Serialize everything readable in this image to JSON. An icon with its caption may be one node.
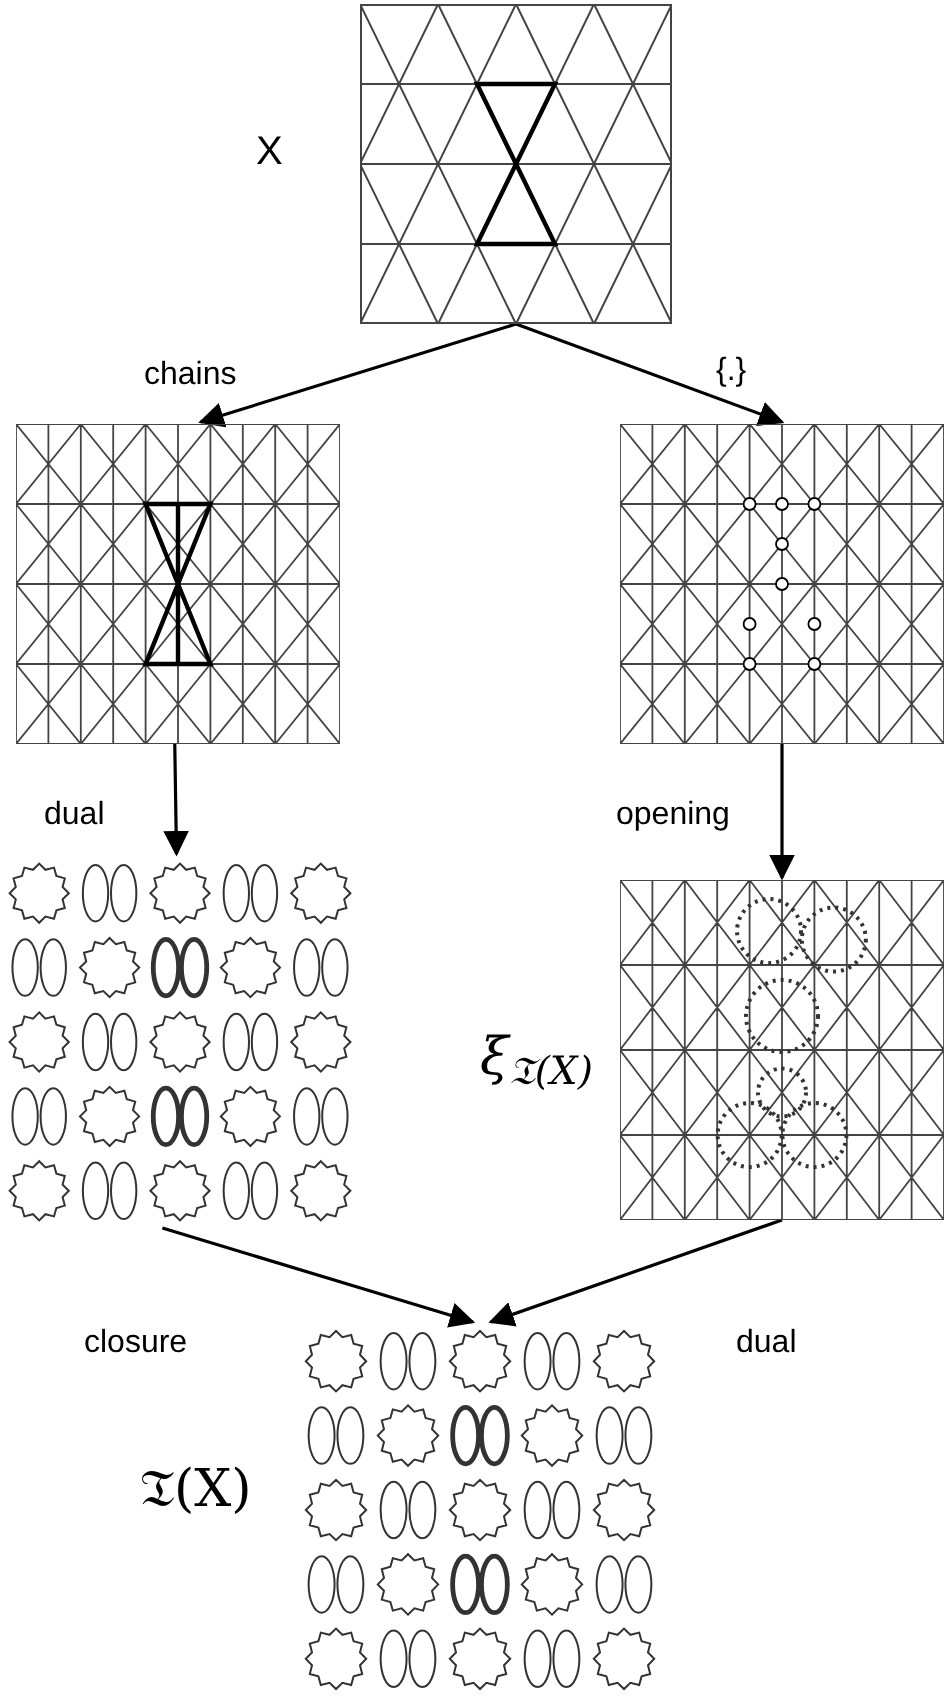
{
  "diagram": {
    "nodes": [
      {
        "text": [
          "X"
        ]
      },
      {
        "text": [],
        "shape": "picture"
      },
      {
        "text": [],
        "shape": "picture"
      },
      {
        "text": [],
        "shape": "picture"
      },
      {
        "text": [
          "ξ$_{𝔗(X)}$"
        ]
      },
      {
        "text": [
          "𝔗(X)"
        ]
      }
    ],
    "edges": [
      {
        "from": 0,
        "to": 1,
        "arrow": "to",
        "label": "chains"
      },
      {
        "from": 0,
        "to": 2,
        "arrow": "to",
        "label": "{.}"
      },
      {
        "from": 1,
        "to": 3,
        "arrow": "to",
        "label": "dual"
      },
      {
        "from": 2,
        "to": 4,
        "arrow": "to",
        "label": "opening"
      },
      {
        "from": 3,
        "to": 5,
        "arrow": "to",
        "label": "closure"
      },
      {
        "from": 4,
        "to": 5,
        "arrow": "to",
        "label": "dual"
      }
    ]
  }
}
